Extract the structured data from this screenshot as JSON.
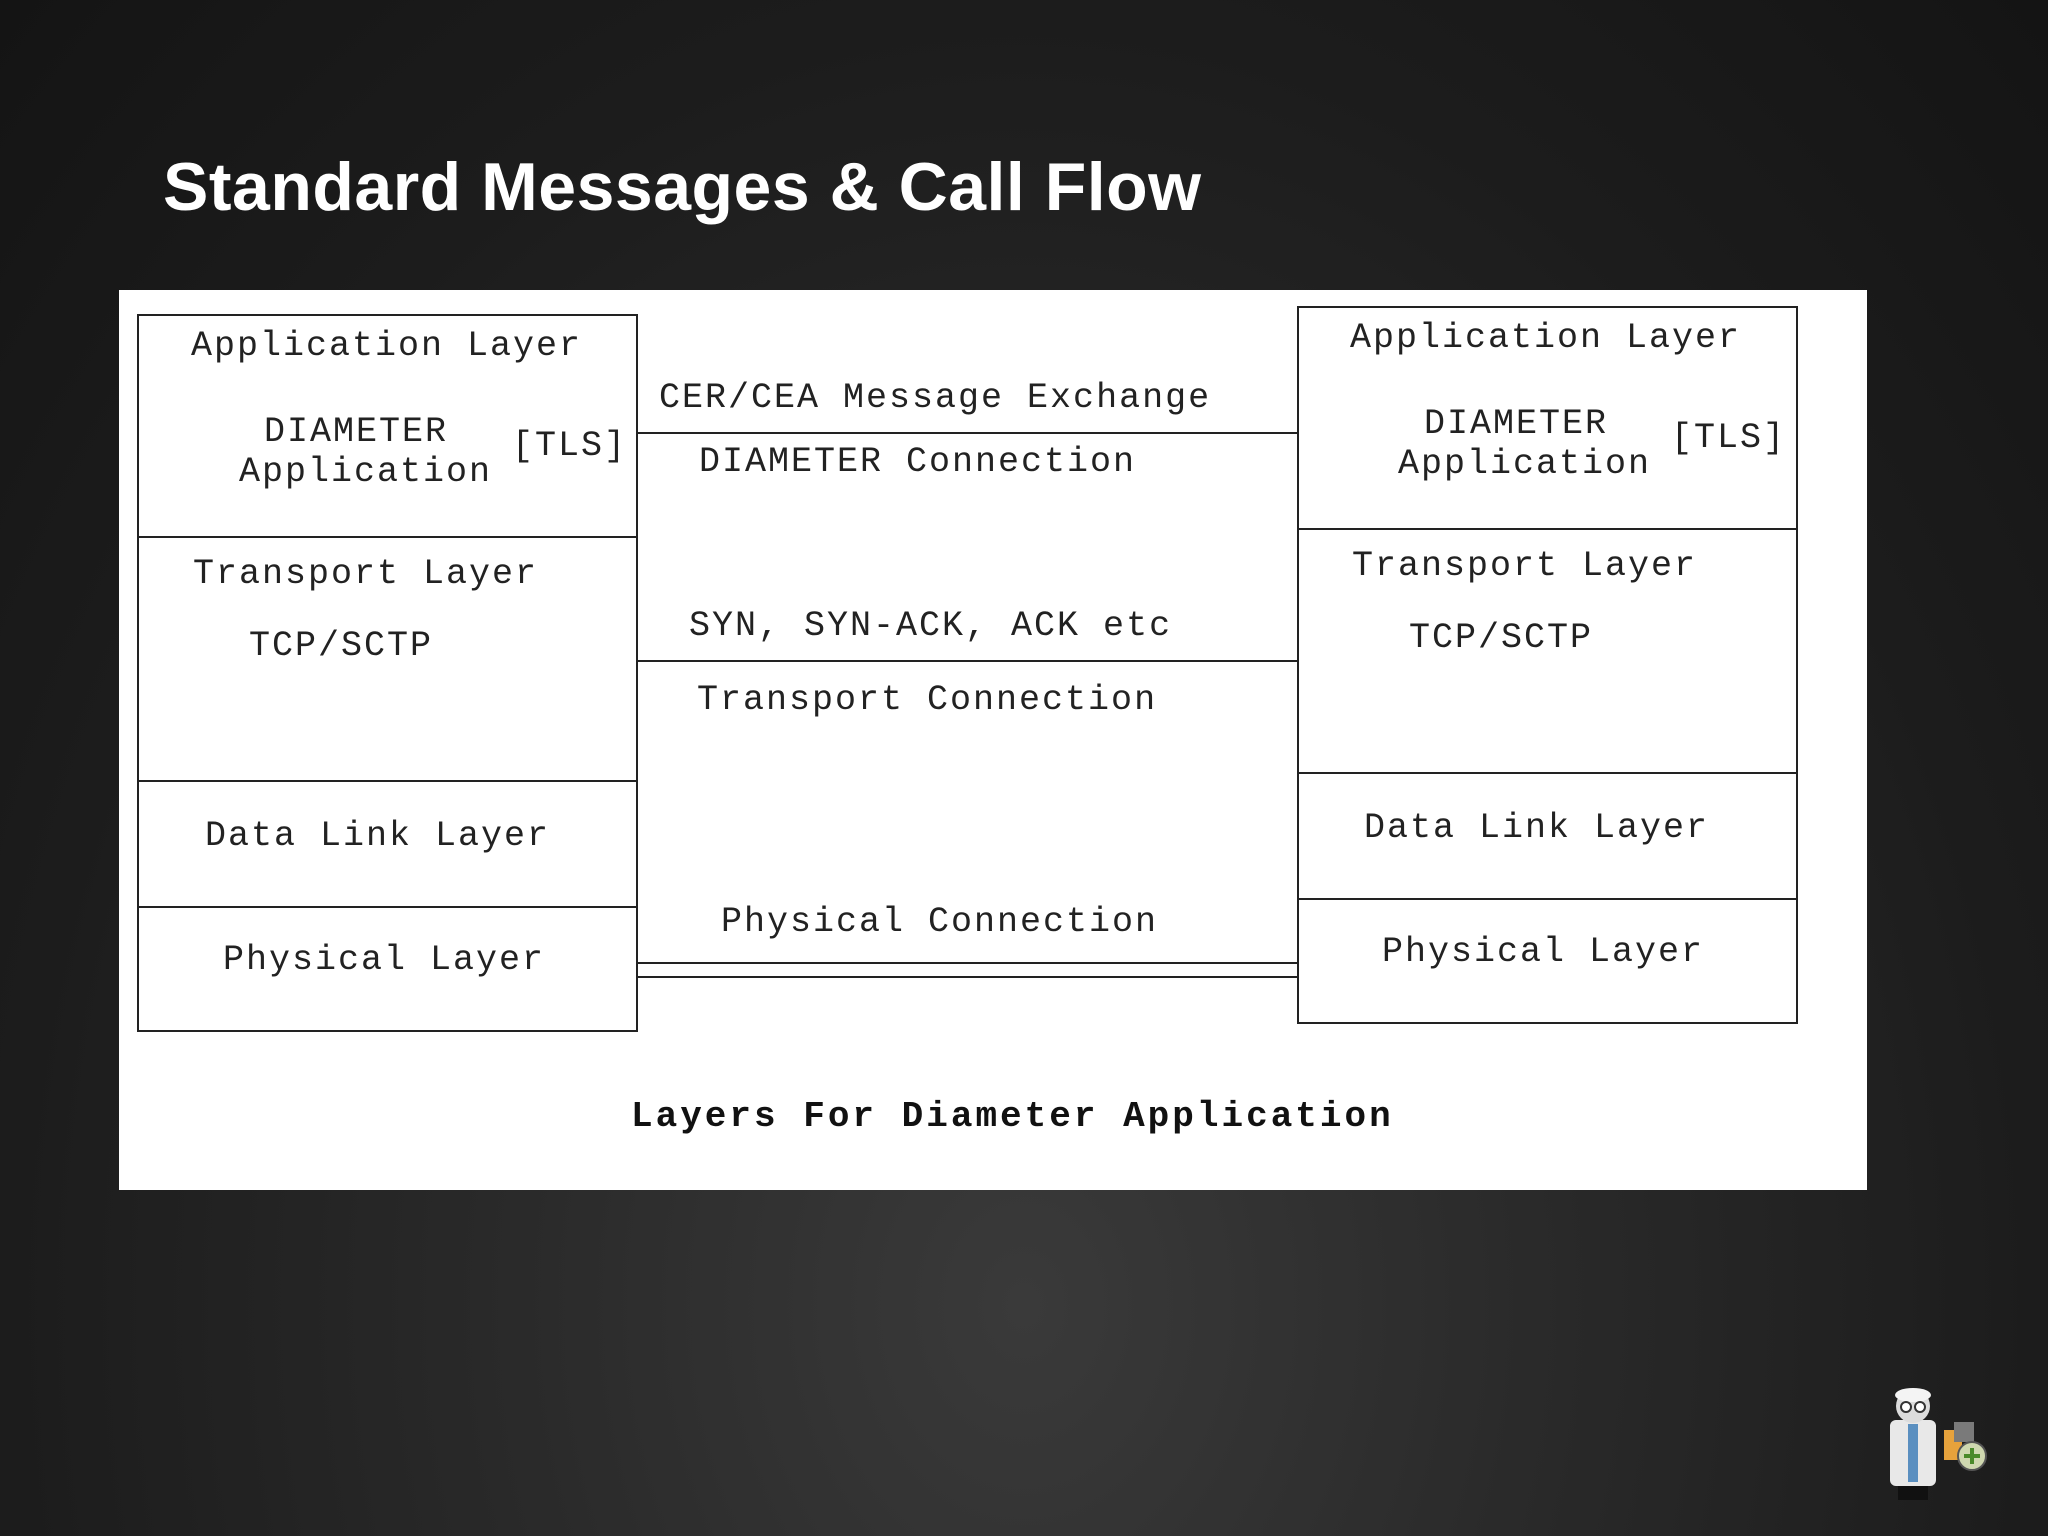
{
  "slide": {
    "title": "Standard Messages & Call Flow"
  },
  "diagram": {
    "left_stack": {
      "application_layer": "Application Layer",
      "diameter": "DIAMETER",
      "application": "Application",
      "tls": "[TLS]",
      "transport_layer": "Transport Layer",
      "tcp_sctp": "TCP/SCTP",
      "data_link_layer": "Data Link Layer",
      "physical_layer": "Physical Layer"
    },
    "right_stack": {
      "application_layer": "Application Layer",
      "diameter": "DIAMETER",
      "application": "Application",
      "tls": "[TLS]",
      "transport_layer": "Transport Layer",
      "tcp_sctp": "TCP/SCTP",
      "data_link_layer": "Data Link Layer",
      "physical_layer": "Physical Layer"
    },
    "connections": {
      "cer_cea": "CER/CEA Message Exchange",
      "diameter_connection": "DIAMETER Connection",
      "syn_ack": "SYN, SYN-ACK, ACK etc",
      "transport_connection": "Transport Connection",
      "physical_connection": "Physical Connection"
    },
    "caption": "Layers For Diameter Application"
  },
  "icons": {
    "mascot": "mascot-logo-icon"
  }
}
